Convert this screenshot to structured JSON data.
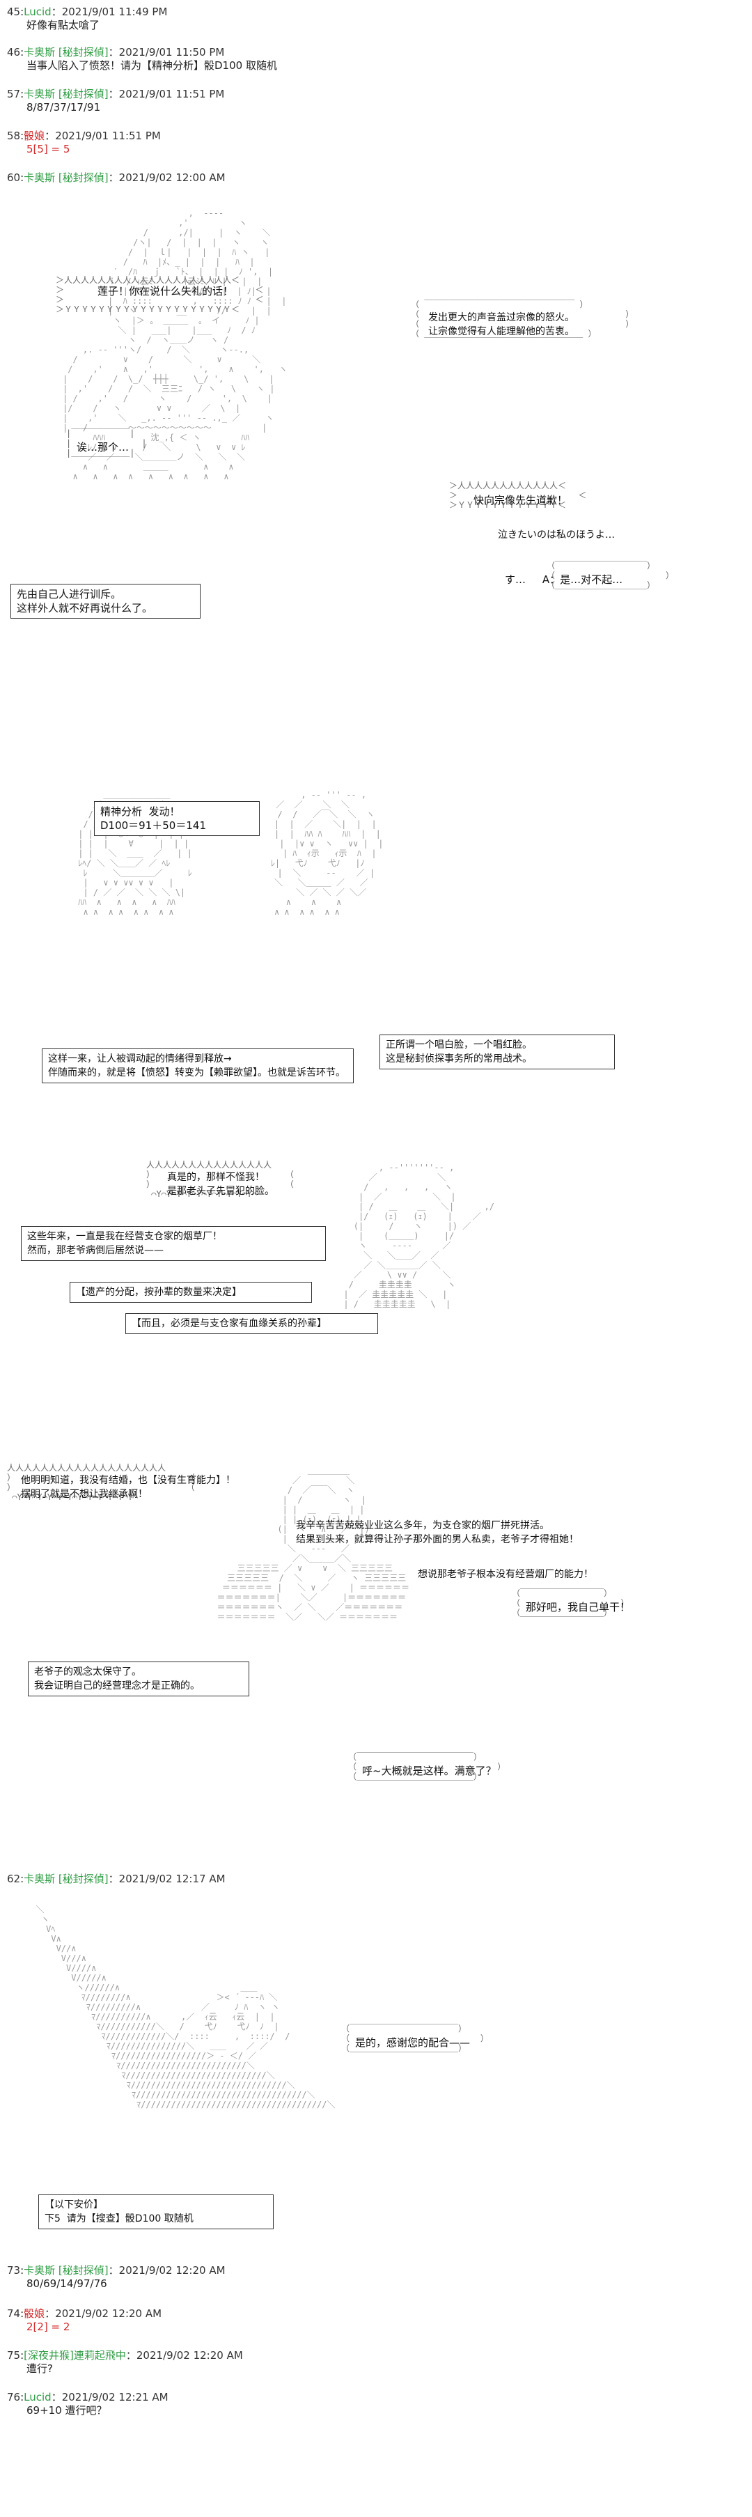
{
  "posts": [
    {
      "num": "45",
      "name": "Lucid",
      "sep": "：",
      "time": "2021/9/01 11:49 PM",
      "lines": [
        "好像有點太嗆了"
      ]
    },
    {
      "num": "46",
      "name": "卡奥斯 [秘封探偵]",
      "sep": "：",
      "time": "2021/9/01 11:50 PM",
      "lines": [
        "当事人陷入了愤怒！请为【精神分析】骰D100 取随机"
      ]
    },
    {
      "num": "57",
      "name": "卡奥斯 [秘封探偵]",
      "sep": "：",
      "time": "2021/9/01 11:51 PM",
      "lines": [
        "8/87/37/17/91"
      ],
      "red_tail": "91"
    },
    {
      "num": "58",
      "name": "骰娘",
      "sep": "：",
      "time": "2021/9/01 11:51 PM",
      "lines": [
        "5[5] = 5"
      ]
    },
    {
      "num": "60",
      "name": "卡奥斯 [秘封探偵]",
      "sep": "：",
      "time": "2021/9/02 12:00 AM",
      "lines": []
    },
    {
      "num": "62",
      "name": "卡奥斯 [秘封探偵]",
      "sep": "：",
      "time": "2021/9/02 12:17 AM",
      "lines": []
    },
    {
      "num": "73",
      "name": "卡奥斯 [秘封探偵]",
      "sep": "：",
      "time": "2021/9/02 12:20 AM",
      "lines": [
        "80/69/14/97/76"
      ]
    },
    {
      "num": "74",
      "name": "骰娘",
      "sep": "：",
      "time": "2021/9/02 12:20 AM",
      "lines": [
        "2[2] = 2"
      ]
    },
    {
      "num": "75",
      "name": "[深夜井猴]連莉起飛中",
      "sep": "：",
      "time": "2021/9/02 12:20 AM",
      "lines": [
        "遭行?"
      ]
    },
    {
      "num": "76",
      "name": "Lucid",
      "sep": "：",
      "time": "2021/9/02 12:21 AM",
      "lines": [
        "69+10 遭行吧？"
      ]
    }
  ],
  "scene1": {
    "bubble_lianzi": "莲子！你在说什么失礼的话！",
    "bubble_anger": "发出更大的声音盖过宗像的怒火。\n让宗像觉得有人能理解他的苦衷。",
    "bubble_that": "诶…那个…",
    "bubble_apology": "快向宗像先生道歉！",
    "bubble_jp": "泣きたいのは私のほうよ…",
    "bubble_sorry": "す…     A：是…对不起…",
    "box_narration": "先由自己人进行训斥。\n这样外人就不好再说什么了。"
  },
  "scene2": {
    "box_analysis": "精神分析  发动！\nD100＝91＋50＝141",
    "box_result": "这样一来，让人被调动起的情绪得到释放→\n伴随而来的，就是将【愤怒】转变为【赖罪欲望】。也就是诉苦环节。",
    "box_right": "正所谓一个唱白脸，一个唱红脸。\n这是秘封侦探事务所的常用战术。"
  },
  "scene3": {
    "bubble_top": "真是的，那样不怪我！\n是那老头子先冒犯的脸。",
    "box_years": "这些年来，一直是我在经营支仓家的烟草厂！\n然而，那老爷病倒后居然说——",
    "box_heritage": "【遗产的分配，按孙辈的数量来决定】",
    "box_bloodline": "【而且，必须是与支仓家有血缘关系的孙辈】"
  },
  "scene4": {
    "bubble_left": "他明明知道，我没有结婚，也【没有生育能力】！\n摆明了就是不想让我继承啊！",
    "bubble_right": "我辛辛苦苦兢兢业业这么多年，为支仓家的烟厂拼死拼活。\n结果到头来，就算得让孙子那外面的男人私卖，老爷子才得祖她！",
    "bubble_bg": "想说那老爷子根本没有经营烟厂的能力！",
    "bubble_fine": "那好吧，我自己单干！",
    "box_left": "老爷子的观念太保守了。\n我会证明自己的经营理念才是正确的。",
    "bubble_bottom": "呼~大概就是这样。满意了？"
  },
  "scene5": {
    "bubble_thanks": "是的，感谢您的配合——",
    "box_todo": "【以下安价】\n下5  请为【搜查】骰D100 取随机"
  }
}
